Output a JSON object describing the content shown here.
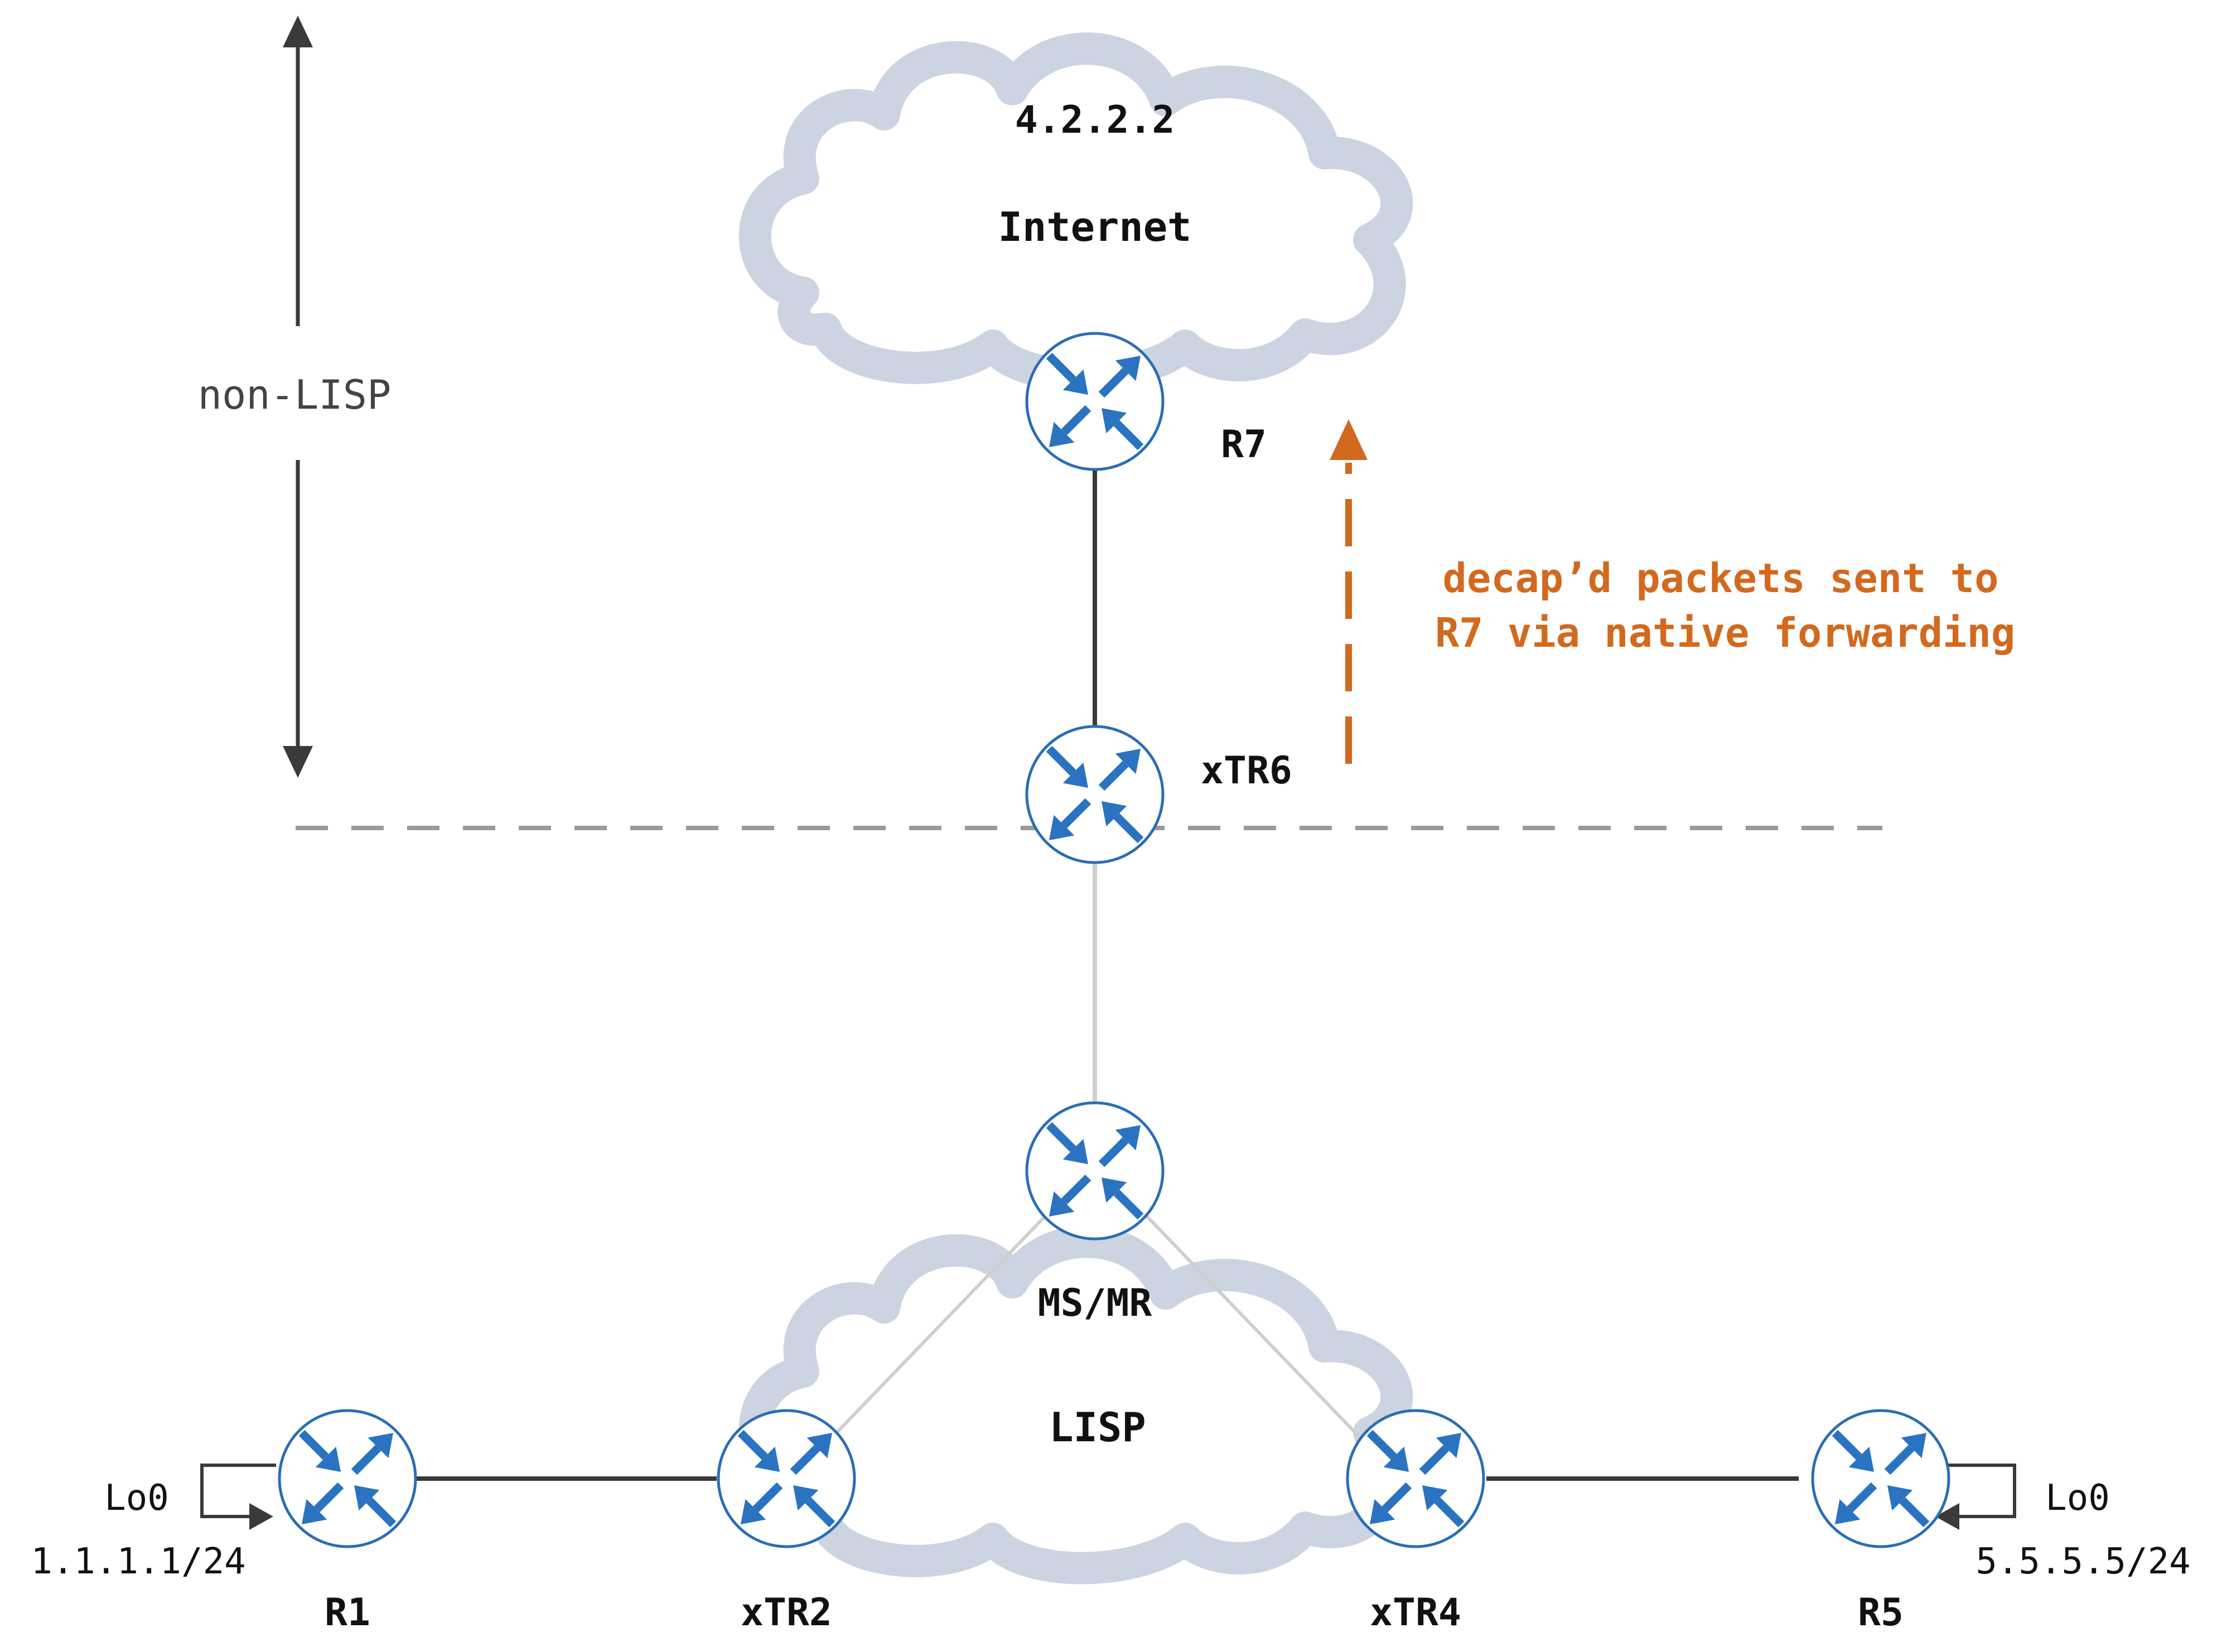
{
  "colors": {
    "cloud": "#ccd3e1",
    "router_stroke": "#2a6db5",
    "router_arrow": "#2a73c0",
    "link_dark": "#3a3a3a",
    "link_light": "#cfcfcf",
    "boundary": "#9a9a9a",
    "note": "#d2691e",
    "text": "#111111",
    "zone_text": "#444444"
  },
  "clouds": {
    "internet": {
      "address": "4.2.2.2",
      "name": "Internet"
    },
    "lisp": {
      "name": "LISP"
    }
  },
  "zone": {
    "label": "non-LISP"
  },
  "routers": {
    "r7": {
      "label": "R7"
    },
    "xtr6": {
      "label": "xTR6"
    },
    "msmr": {
      "label": "MS/MR"
    },
    "r1": {
      "label": "R1",
      "loopback": "Lo0",
      "prefix": "1.1.1.1/24"
    },
    "xtr2": {
      "label": "xTR2"
    },
    "xtr4": {
      "label": "xTR4"
    },
    "r5": {
      "label": "R5",
      "loopback": "Lo0",
      "prefix": "5.5.5.5/24"
    }
  },
  "annotation": {
    "line1": "decap’d packets sent to",
    "line2": "R7 via native forwarding"
  },
  "icons": {
    "router": "router-icon",
    "cloud": "cloud-icon"
  }
}
